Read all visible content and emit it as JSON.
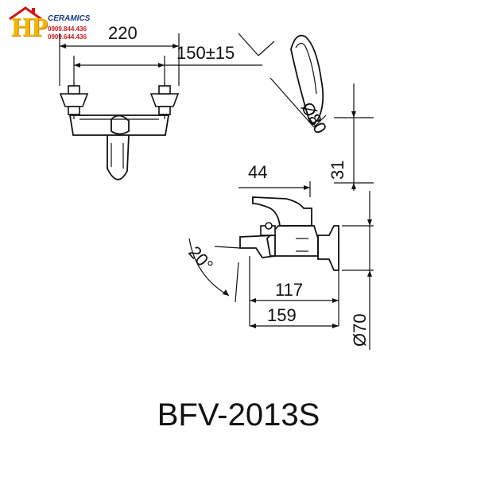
{
  "logo": {
    "brand": "HP",
    "subtitle": "CERAMICS",
    "phone_1": "0909.844.436",
    "phone_2": "0909.644.436"
  },
  "dimensions": {
    "width_total": "220",
    "inlet_spacing": "150±15",
    "spout_projection": "44",
    "spout_angle": "20°",
    "depth_inner": "117",
    "depth_outer": "159",
    "flange_diameter": "Ø70",
    "handshower_diameter": "Ø80",
    "height_offset": "31"
  },
  "model_code": "BFV-2013S"
}
